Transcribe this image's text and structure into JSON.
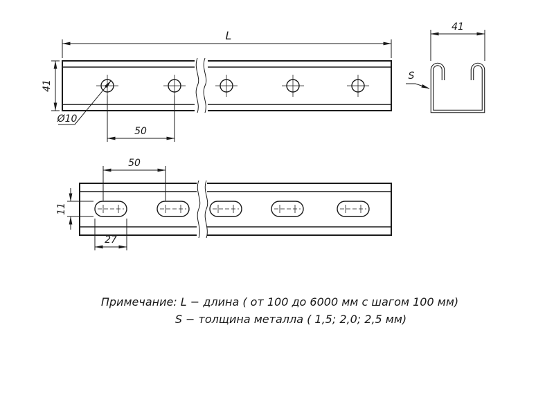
{
  "drawing": {
    "colors": {
      "line": "#1a1a1a",
      "background": "#ffffff"
    },
    "front_view": {
      "length_label": "L",
      "height_label": "41",
      "hole_diameter_label": "Ø10",
      "hole_pitch_label": "50"
    },
    "section_view": {
      "width_label": "41",
      "thickness_label": "S"
    },
    "back_view": {
      "slot_pitch_label": "50",
      "slot_width_label": "11",
      "slot_length_label": "27"
    },
    "notes": {
      "line1": "Примечание: L − длина ( от 100 до 6000 мм с шагом 100 мм)",
      "line2": "S − толщина металла ( 1,5; 2,0; 2,5 мм)"
    }
  }
}
